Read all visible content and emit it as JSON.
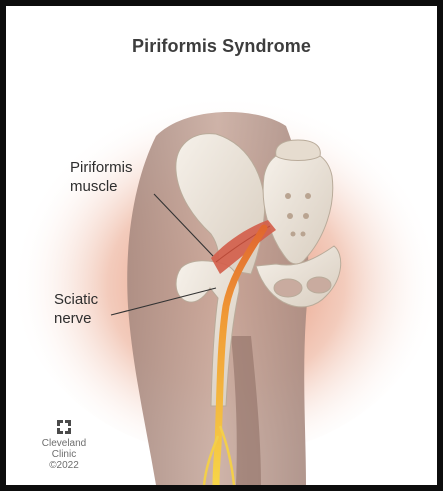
{
  "title": "Piriformis Syndrome",
  "labels": {
    "piriformis": [
      "Piriformis",
      "muscle"
    ],
    "sciatic": [
      "Sciatic",
      "nerve"
    ]
  },
  "credit": {
    "org": [
      "Cleveland",
      "Clinic"
    ],
    "year": "©2022"
  },
  "colors": {
    "frame": "#0d0d0d",
    "skin": "#c4a69a",
    "glow": "#e88a6a",
    "bone": "#ece4d8",
    "muscle": "#d3604c",
    "nerve": "#f0b93a"
  }
}
